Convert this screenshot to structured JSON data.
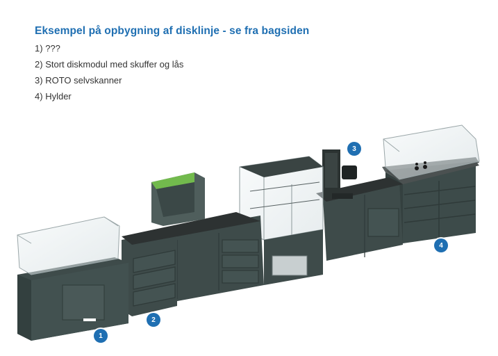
{
  "heading": "Eksempel på opbygning af disklinje - se fra bagsiden",
  "items": [
    {
      "number": "1)",
      "text": "???"
    },
    {
      "number": "2)",
      "text": "Stort diskmodul med skuffer og lås"
    },
    {
      "number": "3)",
      "text": "ROTO selvskanner"
    },
    {
      "number": "4)",
      "text": "Hylder"
    }
  ],
  "badges": [
    "1",
    "2",
    "3",
    "4"
  ],
  "colors": {
    "heading": "#1f6fb2",
    "badge": "#1f6fb2",
    "cabinet": "#3e4b4a",
    "countertop": "#2c3030",
    "glass": "#dfe8ea",
    "accent_green": "#7ad14a"
  }
}
